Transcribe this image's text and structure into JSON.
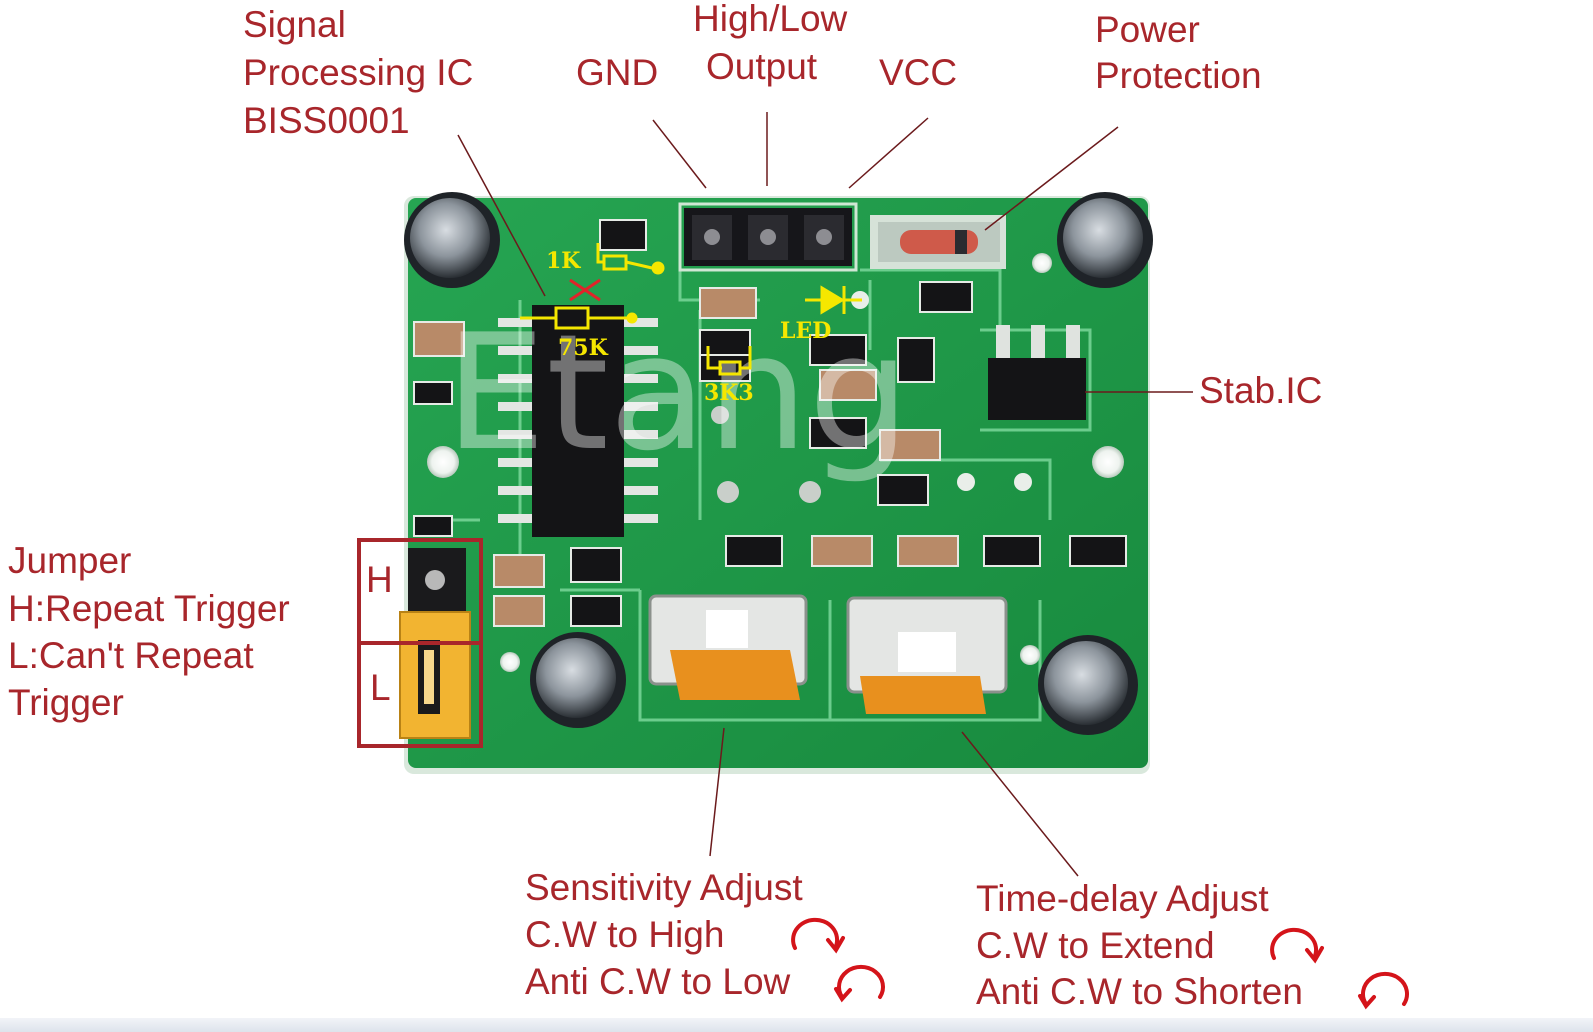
{
  "labels": {
    "signal_ic": [
      "Signal",
      "Processing IC",
      "BISS0001"
    ],
    "gnd": "GND",
    "highlow": [
      "High/Low",
      "Output"
    ],
    "vcc": "VCC",
    "power_protection": [
      "Power",
      "Protection"
    ],
    "stab_ic": "Stab.IC",
    "jumper": [
      "Jumper",
      "H:Repeat Trigger",
      "L:Can't Repeat",
      "Trigger"
    ],
    "jumper_h": "H",
    "jumper_l": "L",
    "sensitivity": [
      "Sensitivity Adjust",
      "C.W to High",
      "Anti C.W to Low"
    ],
    "timedelay": [
      "Time-delay Adjust",
      "C.W to Extend",
      "Anti C.W to Shorten"
    ]
  },
  "schematic": {
    "r1k": "1K",
    "r75k": "75K",
    "r3k3": "3K3",
    "led": "LED"
  },
  "watermark": "Etang",
  "colors": {
    "label_red": "#a8262b",
    "pcb_green": "#1f9a48",
    "annotation_yellow": "#f5e700",
    "jumper_yellow": "#f2b431",
    "pot_orange": "#e8901e"
  }
}
